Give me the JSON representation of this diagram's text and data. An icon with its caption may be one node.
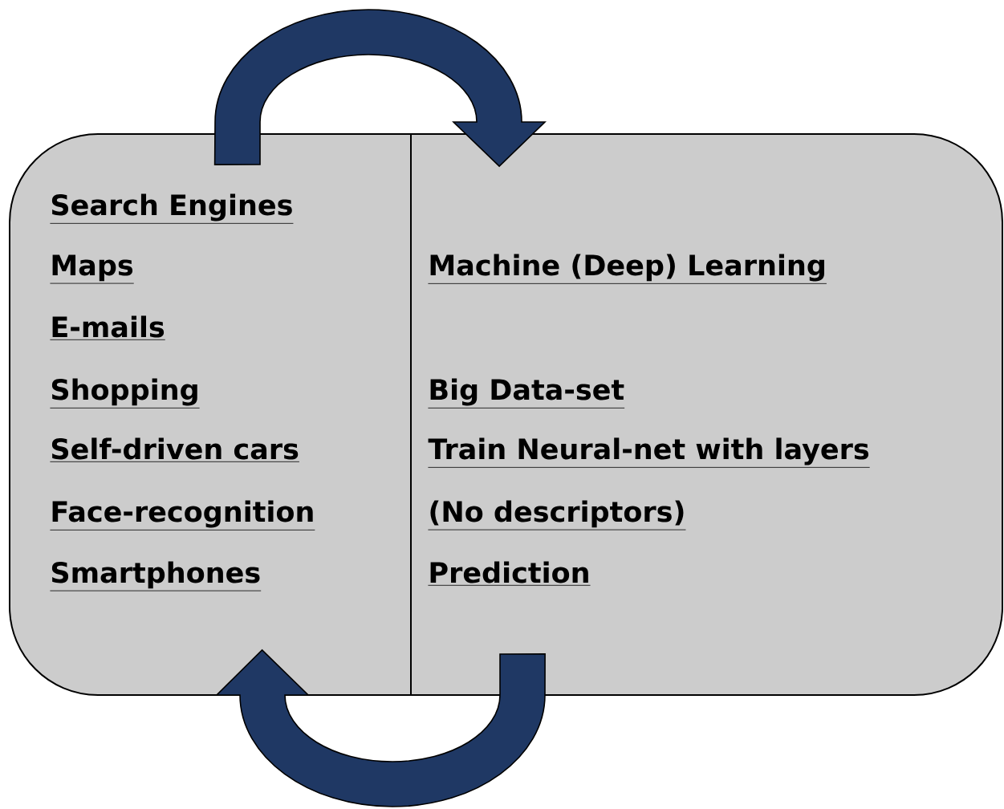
{
  "diagram": {
    "nodes": [
      {
        "text": [
          "Search Engines",
          "Maps",
          "E-mails",
          "Shopping",
          "Self-driven cars",
          "Face-recognition",
          "Smartphones"
        ]
      },
      {
        "text": [
          "Machine (Deep) Learning",
          "Big Data-set",
          "Train Neural-net with layers",
          "(No descriptors)",
          "Prediction"
        ]
      }
    ],
    "edges": [
      {
        "from": 0,
        "to": 1,
        "arrow": "to"
      },
      {
        "from": 1,
        "to": 0,
        "arrow": "to"
      }
    ]
  }
}
